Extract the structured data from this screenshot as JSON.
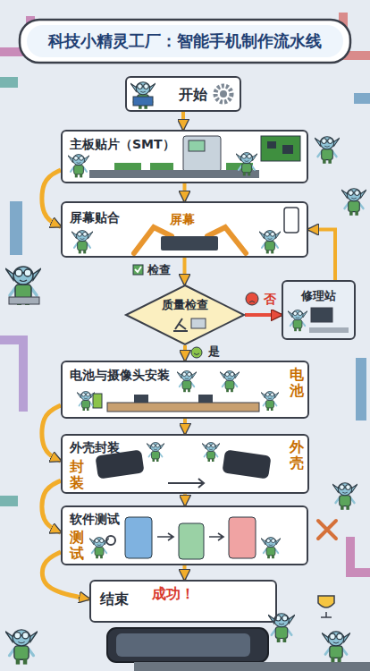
{
  "diagram": {
    "title": "科技小精灵工厂：智能手机制作流水线",
    "nodes": [
      {
        "text": [
          "开始"
        ]
      },
      {
        "text": [
          "主板贴片（SMT）"
        ]
      },
      {
        "text": [
          "屏幕贴合",
          "屏幕"
        ]
      },
      {
        "text": [
          "质量检查"
        ]
      },
      {
        "text": [
          "修理站"
        ]
      },
      {
        "text": [
          "电池与摄像头安装",
          "电池"
        ]
      },
      {
        "text": [
          "外壳封装",
          "外壳",
          "封装"
        ]
      },
      {
        "text": [
          "软件测试",
          "测试"
        ]
      },
      {
        "text": [
          "结束",
          "成功！"
        ]
      }
    ],
    "edges": [
      {
        "from": 0,
        "to": 1,
        "arrow": "to"
      },
      {
        "from": 1,
        "to": 2,
        "arrow": "to"
      },
      {
        "from": 1,
        "to": 2,
        "arrow": "to"
      },
      {
        "from": 2,
        "to": 3,
        "label": "检查",
        "arrow": "to"
      },
      {
        "from": 3,
        "to": 4,
        "label": "否",
        "arrow": "to"
      },
      {
        "from": 4,
        "to": 2,
        "arrow": "to"
      },
      {
        "from": 3,
        "to": 5,
        "label": "是",
        "arrow": "to"
      },
      {
        "from": 5,
        "to": 6,
        "arrow": "to"
      },
      {
        "from": 5,
        "to": 6,
        "arrow": "to"
      },
      {
        "from": 6,
        "to": 7,
        "arrow": "to"
      },
      {
        "from": 6,
        "to": 7,
        "arrow": "to"
      },
      {
        "from": 7,
        "to": 8,
        "arrow": "to"
      },
      {
        "from": 7,
        "to": 8,
        "arrow": "to"
      }
    ]
  }
}
